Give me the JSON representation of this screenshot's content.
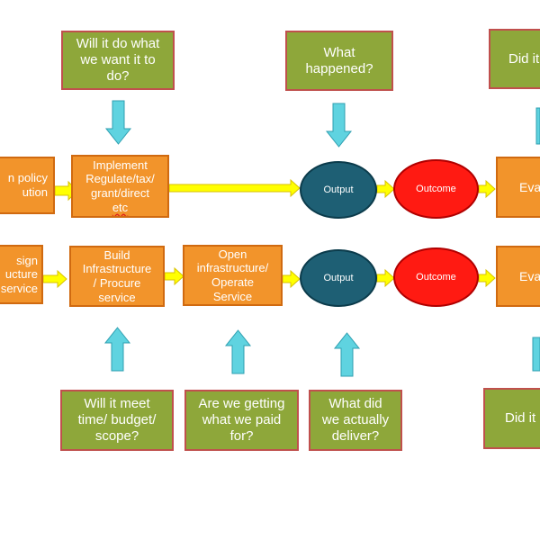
{
  "questions": {
    "want": "Will it do what\nwe want it to\ndo?",
    "happened": "What\nhappened?",
    "top_right": "Did it",
    "time_budget": "Will it meet\ntime/ budget/\nscope?",
    "paid_for": "Are we getting\nwhat we paid\nfor?",
    "delivered": "What did\nwe actually\ndeliver?",
    "bottom_right": "Did it"
  },
  "row1": {
    "design": "n policy\nution",
    "implement_lines": [
      "Implement",
      "Regulate/tax/",
      "grant/direct"
    ],
    "implement_etc": "etc",
    "output": "Output",
    "outcome": "Outcome",
    "evaluate": "Eva"
  },
  "row2": {
    "design": "sign\nucture\nservice",
    "build": "Build\nInfrastructure\n/ Procure\nservice",
    "open": "Open\ninfrastructure/\nOperate\nService",
    "output": "Output",
    "outcome": "Outcome",
    "evaluate": "Eva"
  },
  "colors": {
    "green_box": "#8ea73a",
    "orange_box": "#f2942b",
    "output_oval": "#1e5f74",
    "outcome_oval": "#ff1a12",
    "down_up_arrow": "#5fd3e0",
    "flow_arrow": "#ffff00"
  }
}
